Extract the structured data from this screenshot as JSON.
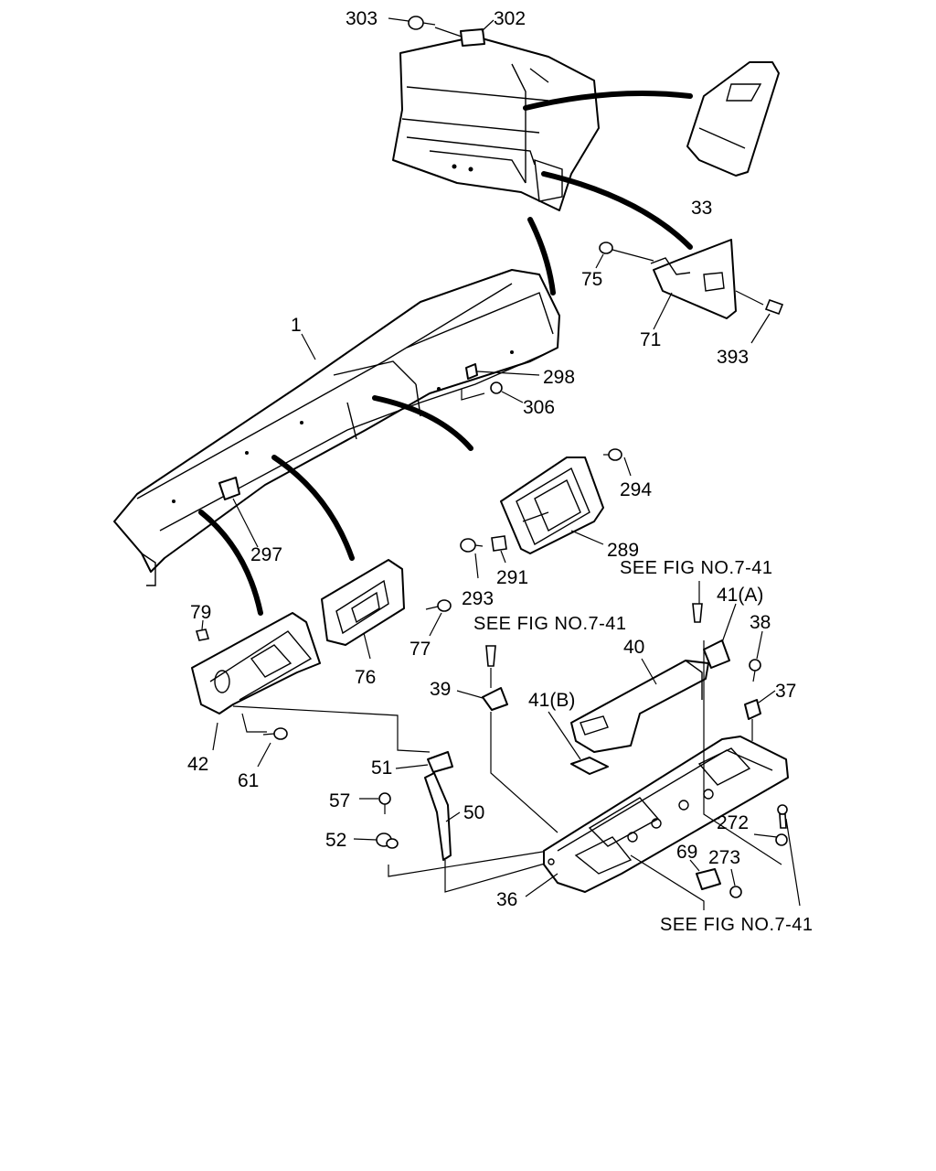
{
  "diagram": {
    "callouts": {
      "c303": "303",
      "c302": "302",
      "c33": "33",
      "c75": "75",
      "c71": "71",
      "c393": "393",
      "c1": "1",
      "c298": "298",
      "c306": "306",
      "c294": "294",
      "c289": "289",
      "c293": "293",
      "c291": "291",
      "c297": "297",
      "c79": "79",
      "c76": "76",
      "c77": "77",
      "c42": "42",
      "c61": "61",
      "c41a": "41(A)",
      "c38": "38",
      "c40": "40",
      "c39": "39",
      "c41b": "41(B)",
      "c37": "37",
      "c51": "51",
      "c57": "57",
      "c50": "50",
      "c52": "52",
      "c272": "272",
      "c69": "69",
      "c273": "273",
      "c36": "36"
    },
    "notes": {
      "see_fig_1": "SEE FIG NO.7-41",
      "see_fig_2": "SEE FIG NO.7-41",
      "see_fig_3": "SEE FIG NO.7-41"
    }
  }
}
